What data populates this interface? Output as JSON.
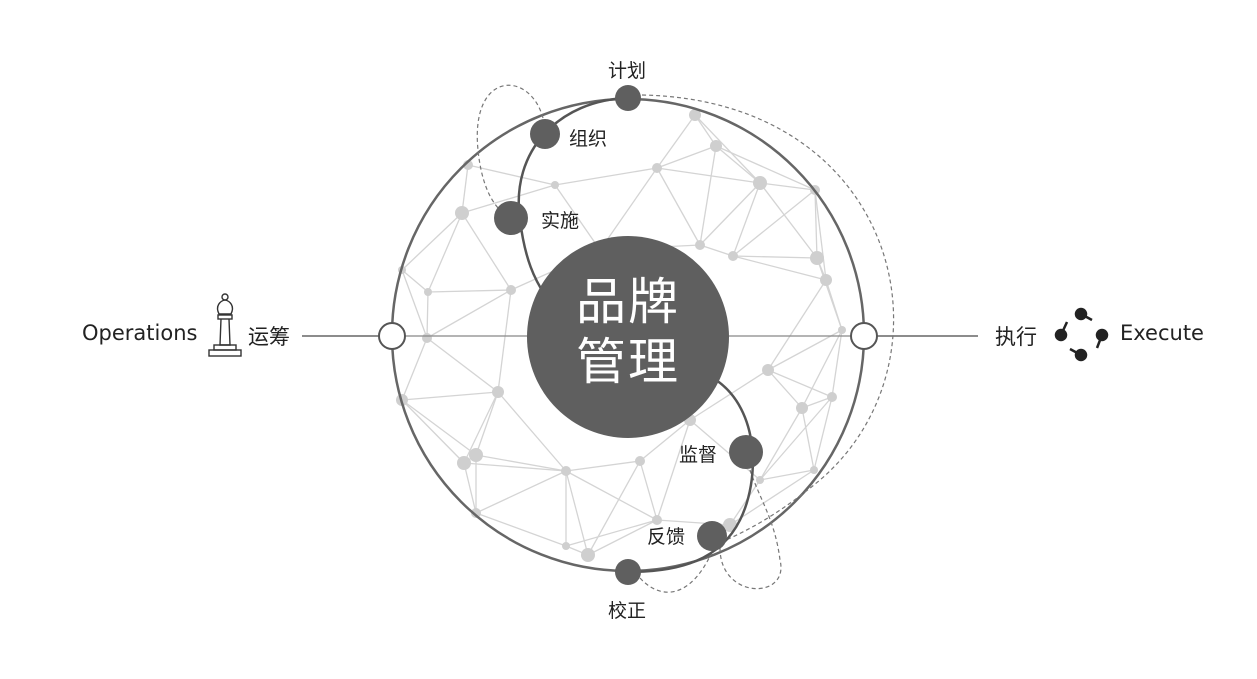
{
  "center": {
    "line1": "品牌",
    "line2": "管理"
  },
  "left": {
    "english": "Operations",
    "chinese": "运筹",
    "icon": "chess-bishop-icon"
  },
  "right": {
    "english": "Execute",
    "chinese": "执行",
    "icon": "cycle-dots-icon"
  },
  "stages": {
    "plan": "计划",
    "organize": "组织",
    "implement": "实施",
    "supervise": "监督",
    "feedback": "反馈",
    "correct": "校正"
  },
  "colors": {
    "dark": "#5f5f5f",
    "ring": "#666666",
    "network": "#cfcfcf",
    "text": "#222222"
  }
}
